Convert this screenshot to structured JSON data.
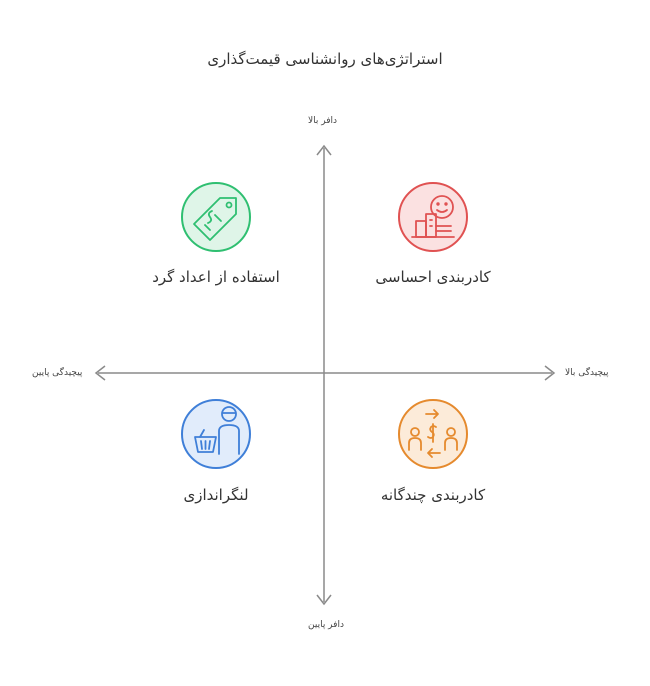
{
  "title": "استراتژی‌های روانشناسی قیمت‌گذاری",
  "axes": {
    "top": "دافر بالا",
    "bottom": "دافر پایین",
    "left": "پیچیدگی پایین",
    "right": "پیچیدگی بالا"
  },
  "quadrants": {
    "top_left": {
      "label": "استفاده از اعداد گرد",
      "icon": "price-tag-icon",
      "color": "#2fbf71"
    },
    "top_right": {
      "label": "کادربندی احساسی",
      "icon": "smiley-building-icon",
      "color": "#e05252"
    },
    "bottom_left": {
      "label": "لنگراندازی",
      "icon": "shopper-basket-icon",
      "color": "#3f7fd8"
    },
    "bottom_right": {
      "label": "کادربندی چندگانه",
      "icon": "people-exchange-icon",
      "color": "#e58a2e"
    }
  }
}
